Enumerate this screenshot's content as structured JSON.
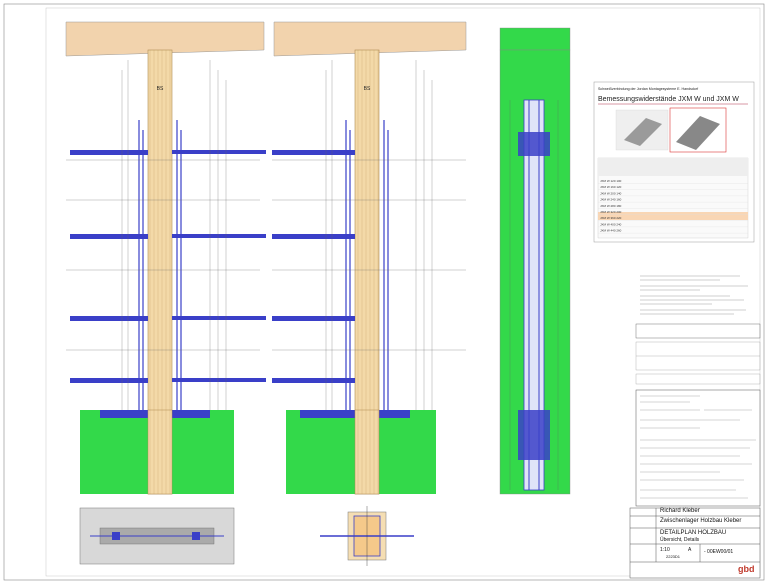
{
  "figure_a": {
    "beam_label": "BS"
  },
  "figure_b": {
    "beam_label": "BS"
  },
  "panel": {
    "header": "Schweißverbindung der Jordan Montagesysteme E. Handsdorf",
    "title": "Bemessungswiderstände JXM W und JXM W",
    "table_rows": [
      "JXM W 120 100",
      "JXM W 160 120",
      "JXM W 200 140",
      "JXM W 240 160",
      "JXM W 280 180",
      "JXM W 320 200",
      "JXM W 360 220",
      "JXM W 400 240",
      "JXM W 440 260"
    ]
  },
  "titleblock": {
    "owner": "Richard Kleber",
    "project": "Zwischenlager Holzbau Kleber",
    "plan": "DETAILPLAN HOLZBAU",
    "subtitle": "Übersicht, Details",
    "scale": "1:10",
    "index": "A",
    "sheet_no": "2223D1",
    "plan_no": "- 00EW00/01",
    "logo": "gbd"
  },
  "colors": {
    "wood": "#f5deb3",
    "wood_grain": "#c9a26a",
    "steel": "#3a3fc8",
    "ground": "#33d94a",
    "beam_top": "#f2d3ad",
    "dim_line": "#444444",
    "frame": "#555555"
  }
}
